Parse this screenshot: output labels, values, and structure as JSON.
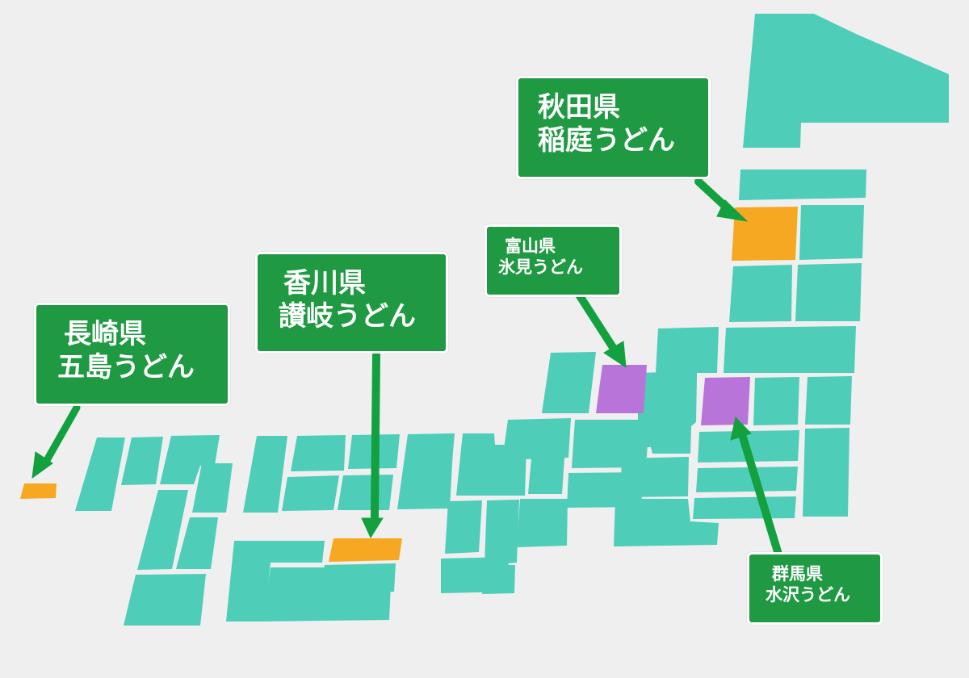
{
  "colors": {
    "background": "#efefef",
    "prefecture_default": "#4ecdb9",
    "highlight_orange": "#f7a823",
    "highlight_purple": "#b874d8",
    "label_green": "#1f9a43",
    "arrow_green": "#13a03f",
    "label_text": "#ffffff"
  },
  "callouts": [
    {
      "id": "akita",
      "prefecture": "秋田県",
      "udon": "稲庭うどん",
      "highlight": "orange"
    },
    {
      "id": "toyama",
      "prefecture": "富山県",
      "udon": "氷見うどん",
      "highlight": "purple"
    },
    {
      "id": "kagawa",
      "prefecture": "香川県",
      "udon": "讃岐うどん",
      "highlight": "orange"
    },
    {
      "id": "nagasaki",
      "prefecture": "長崎県",
      "udon": "五島うどん",
      "highlight": "orange"
    },
    {
      "id": "gunma",
      "prefecture": "群馬県",
      "udon": "水沢うどん",
      "highlight": "purple"
    }
  ]
}
